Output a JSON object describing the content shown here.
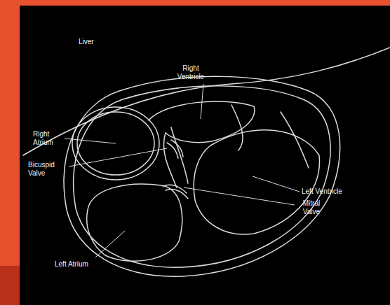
{
  "diagram": {
    "labels": [
      "Liver",
      "Right Ventricle",
      "Right Atrium",
      "Bicuspid Valve",
      "Left Ventricle",
      "Mitral Valve",
      "Left Atrium"
    ]
  }
}
